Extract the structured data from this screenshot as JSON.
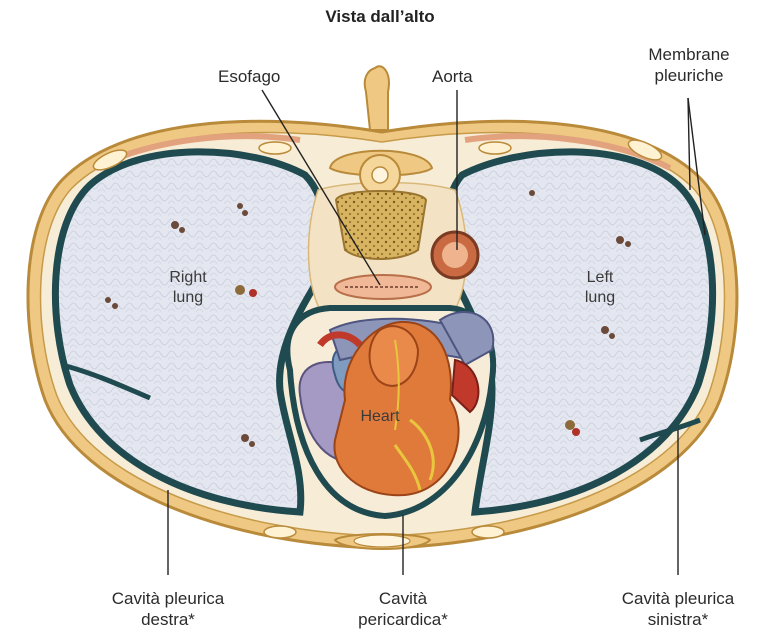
{
  "title": "Vista dall’alto",
  "labels": {
    "esofago": "Esofago",
    "aorta": "Aorta",
    "membrane_line1": "Membrane",
    "membrane_line2": "pleuriche",
    "right_lung_line1": "Right",
    "right_lung_line2": "lung",
    "left_lung_line1": "Left",
    "left_lung_line2": "lung",
    "heart": "Heart",
    "cav_dx_line1": "Cavità pleurica",
    "cav_dx_line2": "destra*",
    "cav_peri_line1": "Cavità",
    "cav_peri_line2": "pericardica*",
    "cav_sx_line1": "Cavità pleurica",
    "cav_sx_line2": "sinistra*"
  },
  "colors": {
    "bone": "#e9c072",
    "bone_dark": "#b98a3a",
    "pleura": "#1f4a4f",
    "lung": "#e3e6ef",
    "mediastinum": "#f3e3c4",
    "heart": "#e07a3b",
    "vessel_blue": "#8d95b8",
    "vessel_red": "#c0392b"
  }
}
